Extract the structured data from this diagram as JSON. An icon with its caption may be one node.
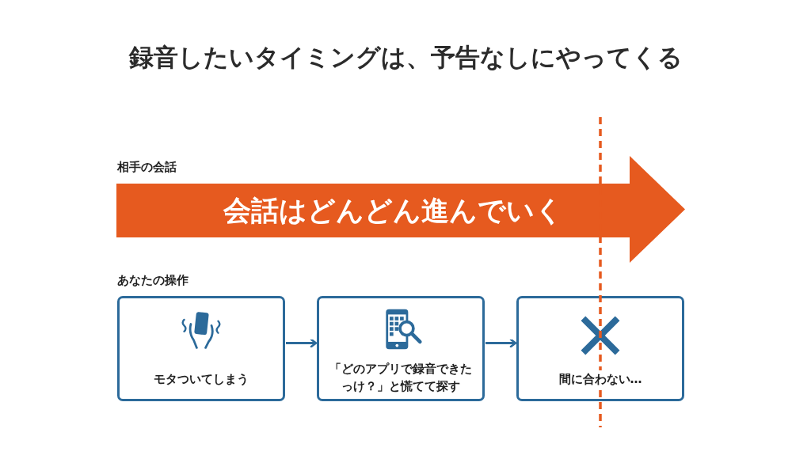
{
  "diagram": {
    "title": "録音したいタイミングは、予告なしにやってくる",
    "nodes": [
      {
        "text": [
          "会話はどんどん進んでいく"
        ]
      },
      {
        "text": [
          "モタついてしまう"
        ]
      },
      {
        "text": [
          "「どのアプリで録音できたっけ？」と慌てて探す"
        ]
      },
      {
        "text": [
          "間に合わない…"
        ]
      }
    ],
    "edges": [
      {
        "from": 1,
        "to": 2,
        "arrow": "to"
      },
      {
        "from": 2,
        "to": 3,
        "arrow": "to"
      }
    ],
    "labels": [
      "相手の会話",
      "あなたの操作"
    ]
  }
}
